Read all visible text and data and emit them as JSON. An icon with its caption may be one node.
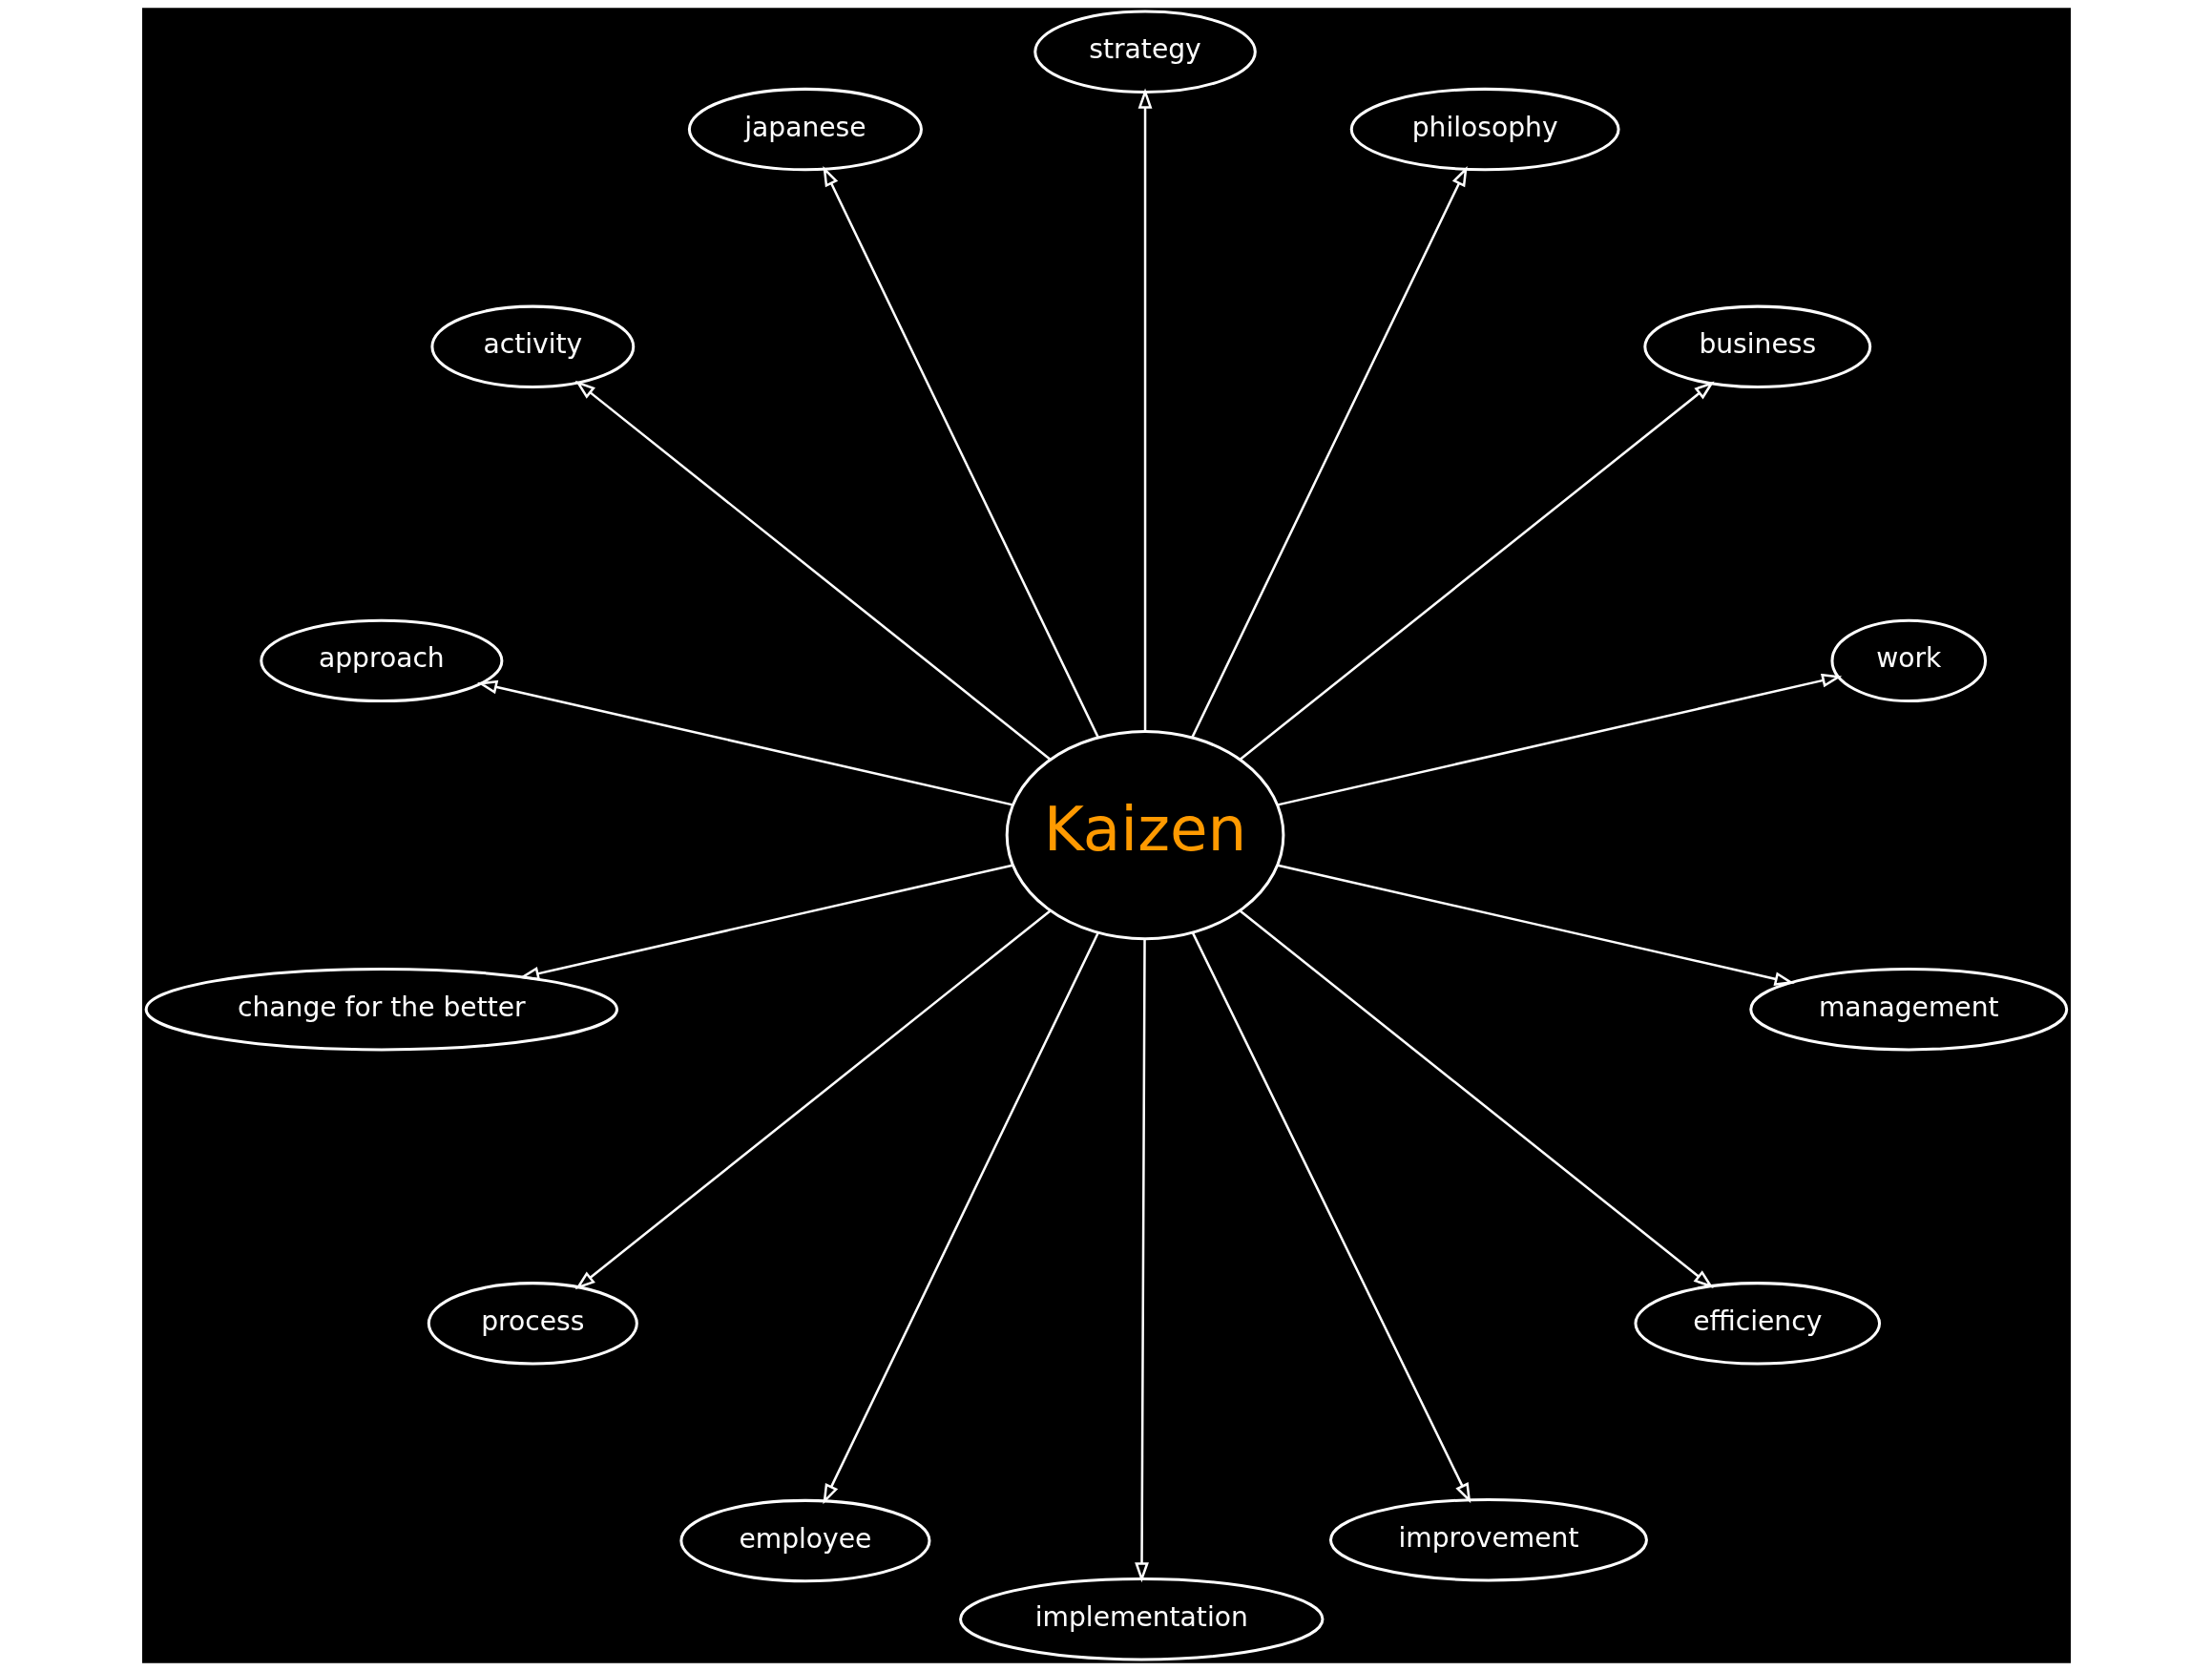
{
  "diagram": {
    "nodes": [
      {
        "text": [
          "Kaizen"
        ]
      },
      {
        "text": [
          "work"
        ]
      },
      {
        "text": [
          "business"
        ]
      },
      {
        "text": [
          "philosophy"
        ]
      },
      {
        "text": [
          "strategy"
        ]
      },
      {
        "text": [
          "japanese"
        ]
      },
      {
        "text": [
          "activity"
        ]
      },
      {
        "text": [
          "approach"
        ]
      },
      {
        "text": [
          "change for the better"
        ]
      },
      {
        "text": [
          "process"
        ]
      },
      {
        "text": [
          "employee"
        ]
      },
      {
        "text": [
          "implementation"
        ]
      },
      {
        "text": [
          "improvement"
        ]
      },
      {
        "text": [
          "efficiency"
        ]
      },
      {
        "text": [
          "management"
        ]
      }
    ],
    "edges": [
      {
        "from": 0,
        "to": 4,
        "arrow": "to"
      },
      {
        "from": 0,
        "to": 5,
        "arrow": "to"
      },
      {
        "from": 0,
        "to": 7,
        "arrow": "to"
      },
      {
        "from": 0,
        "to": 9,
        "arrow": "to"
      },
      {
        "from": 0,
        "to": 11,
        "arrow": "to"
      },
      {
        "from": 0,
        "to": 10,
        "arrow": "to"
      },
      {
        "from": 0,
        "to": 14,
        "arrow": "to"
      },
      {
        "from": 0,
        "to": 13,
        "arrow": "to"
      },
      {
        "from": 0,
        "to": 12,
        "arrow": "to"
      },
      {
        "from": 0,
        "to": 8,
        "arrow": "to"
      },
      {
        "from": 0,
        "to": 6,
        "arrow": "to"
      },
      {
        "from": 0,
        "to": 1,
        "arrow": "to"
      },
      {
        "from": 0,
        "to": 2,
        "arrow": "to"
      },
      {
        "from": 0,
        "to": 3,
        "arrow": "to"
      }
    ]
  }
}
